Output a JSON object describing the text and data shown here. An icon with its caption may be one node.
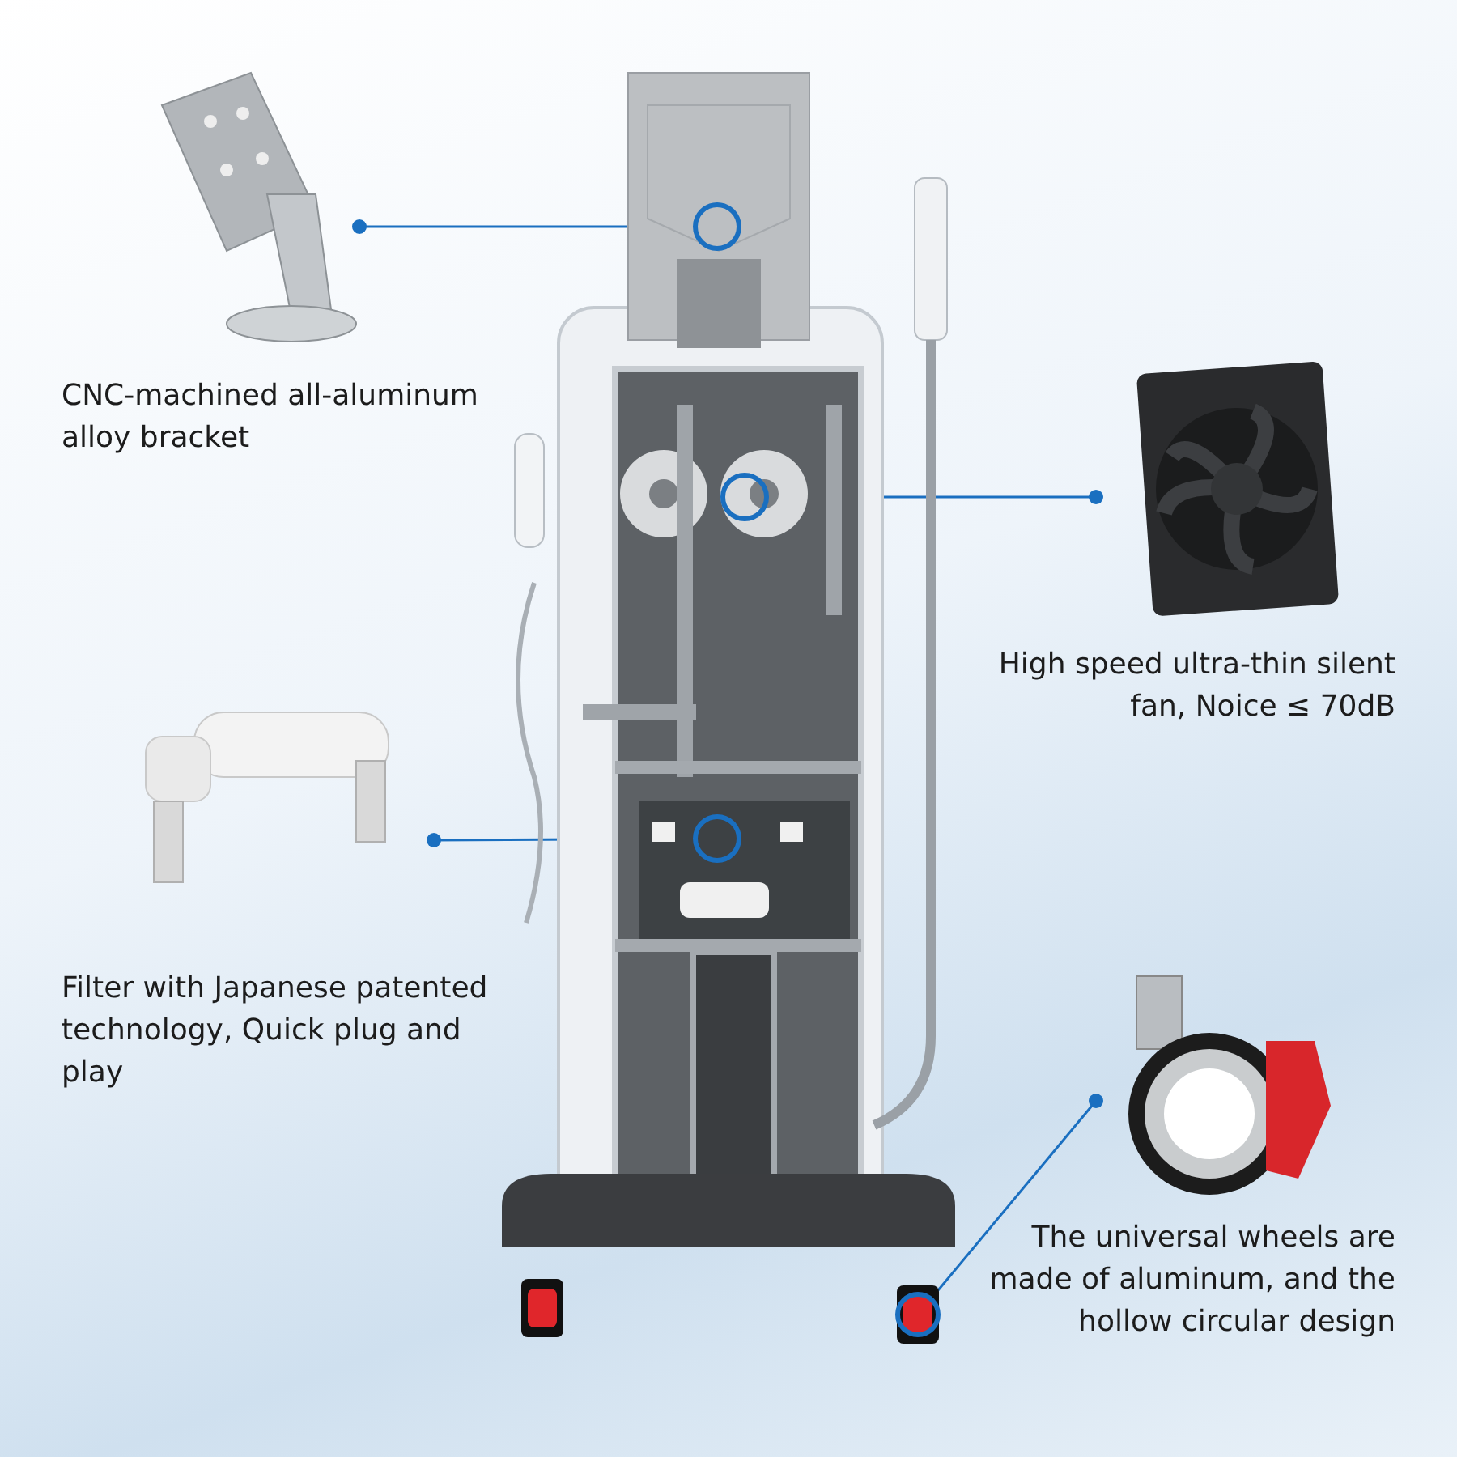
{
  "diagram": {
    "nodes": [
      {
        "text": [],
        "shape": "picture"
      },
      {
        "text": [],
        "shape": "picture",
        "beside": [
          "CNC-machined all-aluminum alloy bracket"
        ]
      },
      {
        "text": [],
        "shape": "picture",
        "beside": [
          "High speed ultra-thin silent fan, Noice ≤ 70dB"
        ]
      },
      {
        "text": [],
        "shape": "picture",
        "beside": [
          "Filter with Japanese patented technology, Quick plug and play"
        ]
      },
      {
        "text": [],
        "shape": "picture",
        "beside": [
          "The universal wheels are made of aluminum, and the hollow circular design"
        ]
      },
      {
        "text": [],
        "shape": "circle"
      },
      {
        "text": [],
        "shape": "circle",
        "in": 0
      },
      {
        "text": [],
        "shape": "circle",
        "in": 0
      },
      {
        "text": [],
        "shape": "circle"
      }
    ],
    "edges": [
      {
        "from": 1,
        "to": 5,
        "arrow": "other"
      },
      {
        "from": 2,
        "to": 6,
        "arrow": "other"
      },
      {
        "from": 3,
        "to": 7,
        "arrow": "other"
      },
      {
        "from": 4,
        "to": 8,
        "arrow": "other"
      }
    ]
  }
}
